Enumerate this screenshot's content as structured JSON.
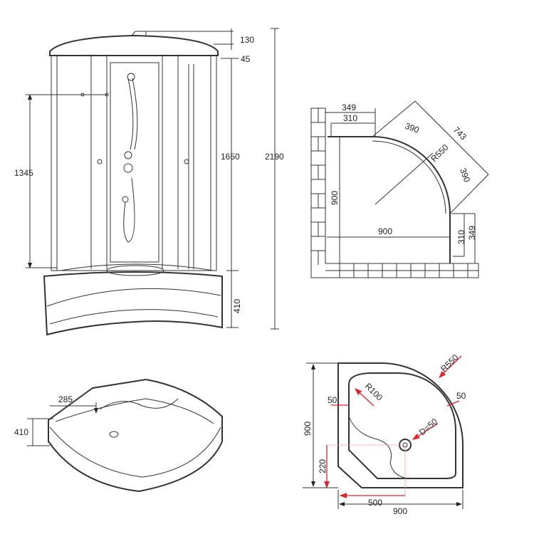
{
  "front_view": {
    "dims": {
      "top_cap": "130",
      "cap_offset": "45",
      "handle_height": "1345",
      "cabin_height": "1650",
      "tray_height": "410",
      "total_height": "2190"
    }
  },
  "plan_view": {
    "dims": {
      "top_349": "349",
      "top_310": "310",
      "arc_390_top": "390",
      "diag_743": "743",
      "radius": "R550",
      "arc_390_right": "390",
      "depth_900": "900",
      "width_900": "900",
      "right_310": "310",
      "right_349": "349"
    }
  },
  "tray_perspective": {
    "dims": {
      "seat_285": "285",
      "height_410": "410"
    }
  },
  "tray_plan": {
    "dims": {
      "depth_900": "900",
      "width_900": "900",
      "radius_r550": "R550",
      "radius_r100": "R100",
      "rim_left_50": "50",
      "rim_right_50": "50",
      "drain": "D=50",
      "drain_y_220": "220",
      "drain_x_500": "500"
    }
  },
  "colors": {
    "line": "#333333",
    "dimension_red": "#e0242b"
  }
}
